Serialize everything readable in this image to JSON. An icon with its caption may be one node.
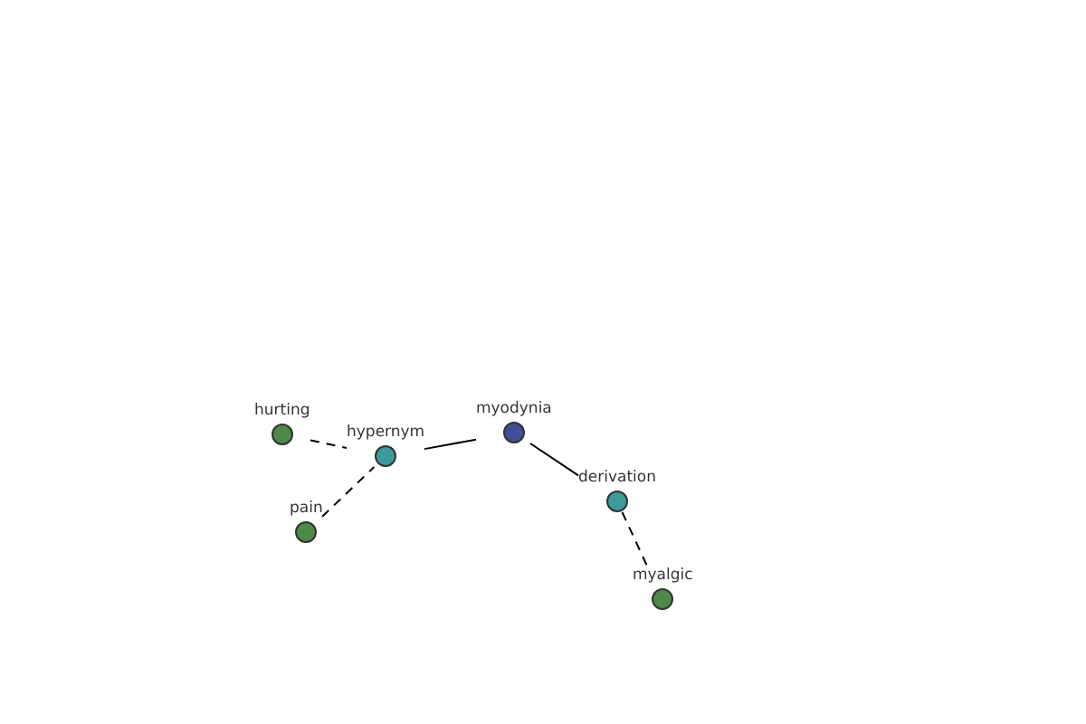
{
  "diagram": {
    "nodes": [
      {
        "text": [
          "myodynia"
        ]
      },
      {
        "text": [
          "hurting"
        ]
      },
      {
        "text": [
          "hypernym"
        ]
      },
      {
        "text": [
          "derivation"
        ]
      },
      {
        "text": [
          "pain"
        ]
      },
      {
        "text": [
          "myalgic"
        ]
      }
    ],
    "edges": [
      {
        "from": 1,
        "to": 2,
        "arrow": "none",
        "style": "dashed"
      },
      {
        "from": 2,
        "to": 0,
        "arrow": "none"
      },
      {
        "from": 4,
        "to": 2,
        "arrow": "none",
        "style": "dashed"
      },
      {
        "from": 0,
        "to": 3,
        "arrow": "none"
      },
      {
        "from": 3,
        "to": 5,
        "arrow": "none",
        "style": "dashed"
      }
    ]
  }
}
